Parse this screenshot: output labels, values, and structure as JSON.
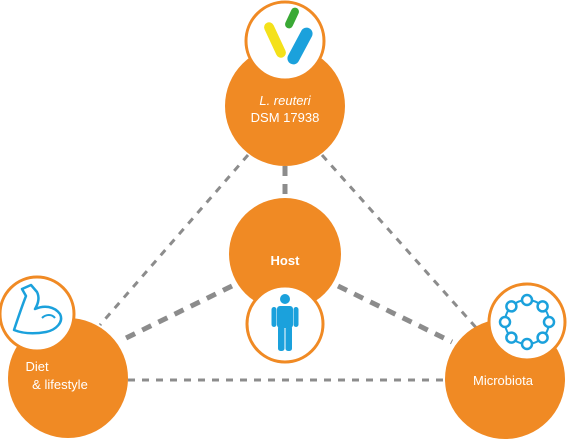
{
  "colors": {
    "node_fill": "#f08a24",
    "icon_border": "#f08a24",
    "icon_bg": "#ffffff",
    "dashed_line": "#8c8c8c",
    "bacteria_yellow": "#f4e11a",
    "bacteria_green": "#3aa935",
    "bacteria_blue": "#1ba1dc",
    "icon_blue": "#1ba1dc"
  },
  "nodes": {
    "probiotic": {
      "line1": "L. reuteri",
      "line2": "DSM 17938",
      "icon": "bacteria-icon"
    },
    "host": {
      "label": "Host",
      "icon": "human-figure-icon"
    },
    "diet": {
      "line1": "Diet",
      "line2": "& lifestyle",
      "icon": "flexed-arm-icon"
    },
    "microbiota": {
      "label": "Microbiota",
      "icon": "microbe-ring-icon"
    }
  }
}
